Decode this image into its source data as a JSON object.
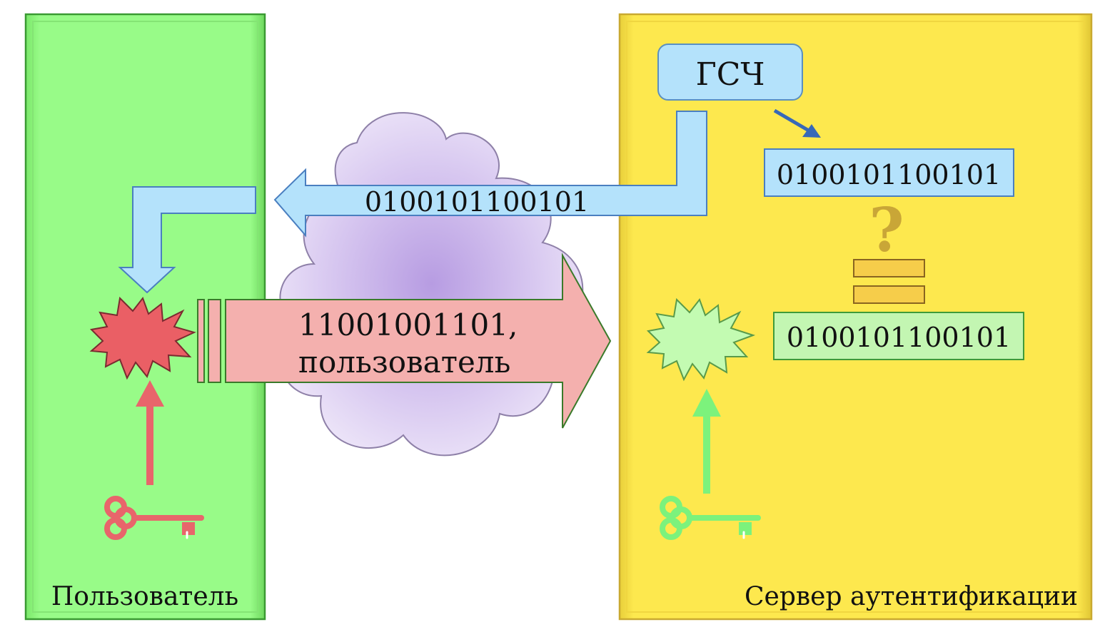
{
  "user_panel": {
    "label": "Пользователь"
  },
  "server_panel": {
    "label": "Сервер аутентификации"
  },
  "rng": {
    "label": "ГСЧ"
  },
  "challenge_arrow": {
    "text": "0100101100101"
  },
  "server_challenge": {
    "text": "0100101100101"
  },
  "question_mark": "?",
  "server_result": {
    "text": "0100101100101"
  },
  "response_arrow": {
    "line1": "11001001101,",
    "line2": "пользователь"
  },
  "colors": {
    "user_panel": "#98fb88",
    "server_panel": "#fde84e",
    "challenge": "#b4e2fb",
    "response": "#f4b0ae",
    "user_key": "#e8656b",
    "server_key": "#7cf27c",
    "cloud": "#cdb8ec"
  },
  "icons": [
    "cloud-icon",
    "key-icon",
    "burst-icon",
    "question-icon",
    "equals-icon"
  ]
}
